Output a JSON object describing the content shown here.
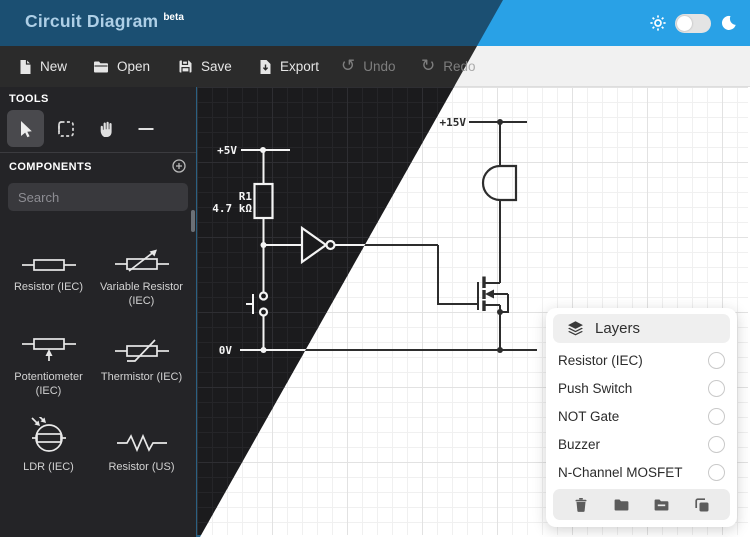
{
  "header": {
    "title": "Circuit Diagram",
    "badge": "beta"
  },
  "toolbar": {
    "buttons": [
      {
        "label": "New",
        "disabled": false
      },
      {
        "label": "Open",
        "disabled": false
      },
      {
        "label": "Save",
        "disabled": false
      },
      {
        "label": "Export",
        "disabled": false
      },
      {
        "label": "Undo",
        "disabled": true
      },
      {
        "label": "Redo",
        "disabled": true
      }
    ],
    "undo_glyph": "↺",
    "redo_glyph": "↻"
  },
  "sidebar": {
    "tools_title": "TOOLS",
    "components_title": "COMPONENTS",
    "search_placeholder": "Search",
    "search_value": "",
    "components": [
      "Resistor (IEC)",
      "Variable Resistor (IEC)",
      "Potentiometer (IEC)",
      "Thermistor (IEC)",
      "LDR (IEC)",
      "Resistor (US)"
    ]
  },
  "circuit": {
    "labels": {
      "supply_left": "+5V",
      "ground": "0V",
      "supply_right": "+15V",
      "r1_ref": "R1",
      "r1_value": "4.7 kΩ"
    }
  },
  "layers_panel": {
    "title": "Layers",
    "layers": [
      "Resistor (IEC)",
      "Push Switch",
      "NOT Gate",
      "Buzzer",
      "N-Channel MOSFET"
    ]
  },
  "colors": {
    "header_dark": "#1b4f72",
    "header_light": "#29a1e6",
    "toolbar_dark": "#2b2b2b",
    "toolbar_light": "#f1f1f1",
    "sidebar_bg": "#242427",
    "canvas_dark": "#1b1b1d",
    "canvas_light": "#ffffff",
    "canvas_border_accent": "#2a6082"
  }
}
